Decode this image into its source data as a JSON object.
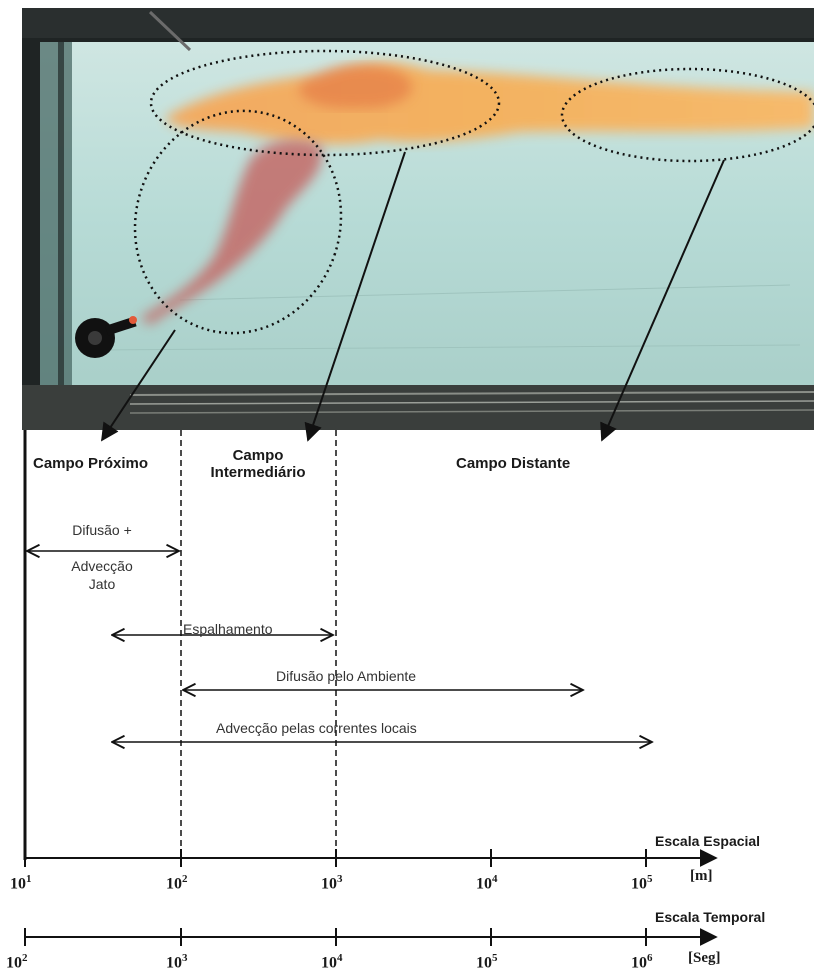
{
  "fields": {
    "near": "Campo Próximo",
    "intermediate_line1": "Campo",
    "intermediate_line2": "Intermediário",
    "far": "Campo Distante"
  },
  "processes": {
    "diffusion_advection_line1": "Difusão +",
    "diffusion_advection_line2": "Advecção",
    "diffusion_advection_line3": "Jato",
    "spreading": "Espalhamento",
    "ambient_diffusion": "Difusão pelo Ambiente",
    "local_currents_advection": "Advecção pelas correntes locais"
  },
  "spatial_axis": {
    "title": "Escala Espacial",
    "unit": "[m]",
    "ticks": [
      {
        "base": "10",
        "exp": "1"
      },
      {
        "base": "10",
        "exp": "2"
      },
      {
        "base": "10",
        "exp": "3"
      },
      {
        "base": "10",
        "exp": "4"
      },
      {
        "base": "10",
        "exp": "5"
      }
    ]
  },
  "temporal_axis": {
    "title": "Escala Temporal",
    "unit": "[Seg]",
    "ticks": [
      {
        "base": "10",
        "exp": "2"
      },
      {
        "base": "10",
        "exp": "3"
      },
      {
        "base": "10",
        "exp": "4"
      },
      {
        "base": "10",
        "exp": "5"
      },
      {
        "base": "10",
        "exp": "6"
      }
    ]
  },
  "colors": {
    "water": "#b9dcd8",
    "plume_surface": "#f0a050",
    "plume_jet": "#c8706a",
    "frame": "#1f2424"
  }
}
